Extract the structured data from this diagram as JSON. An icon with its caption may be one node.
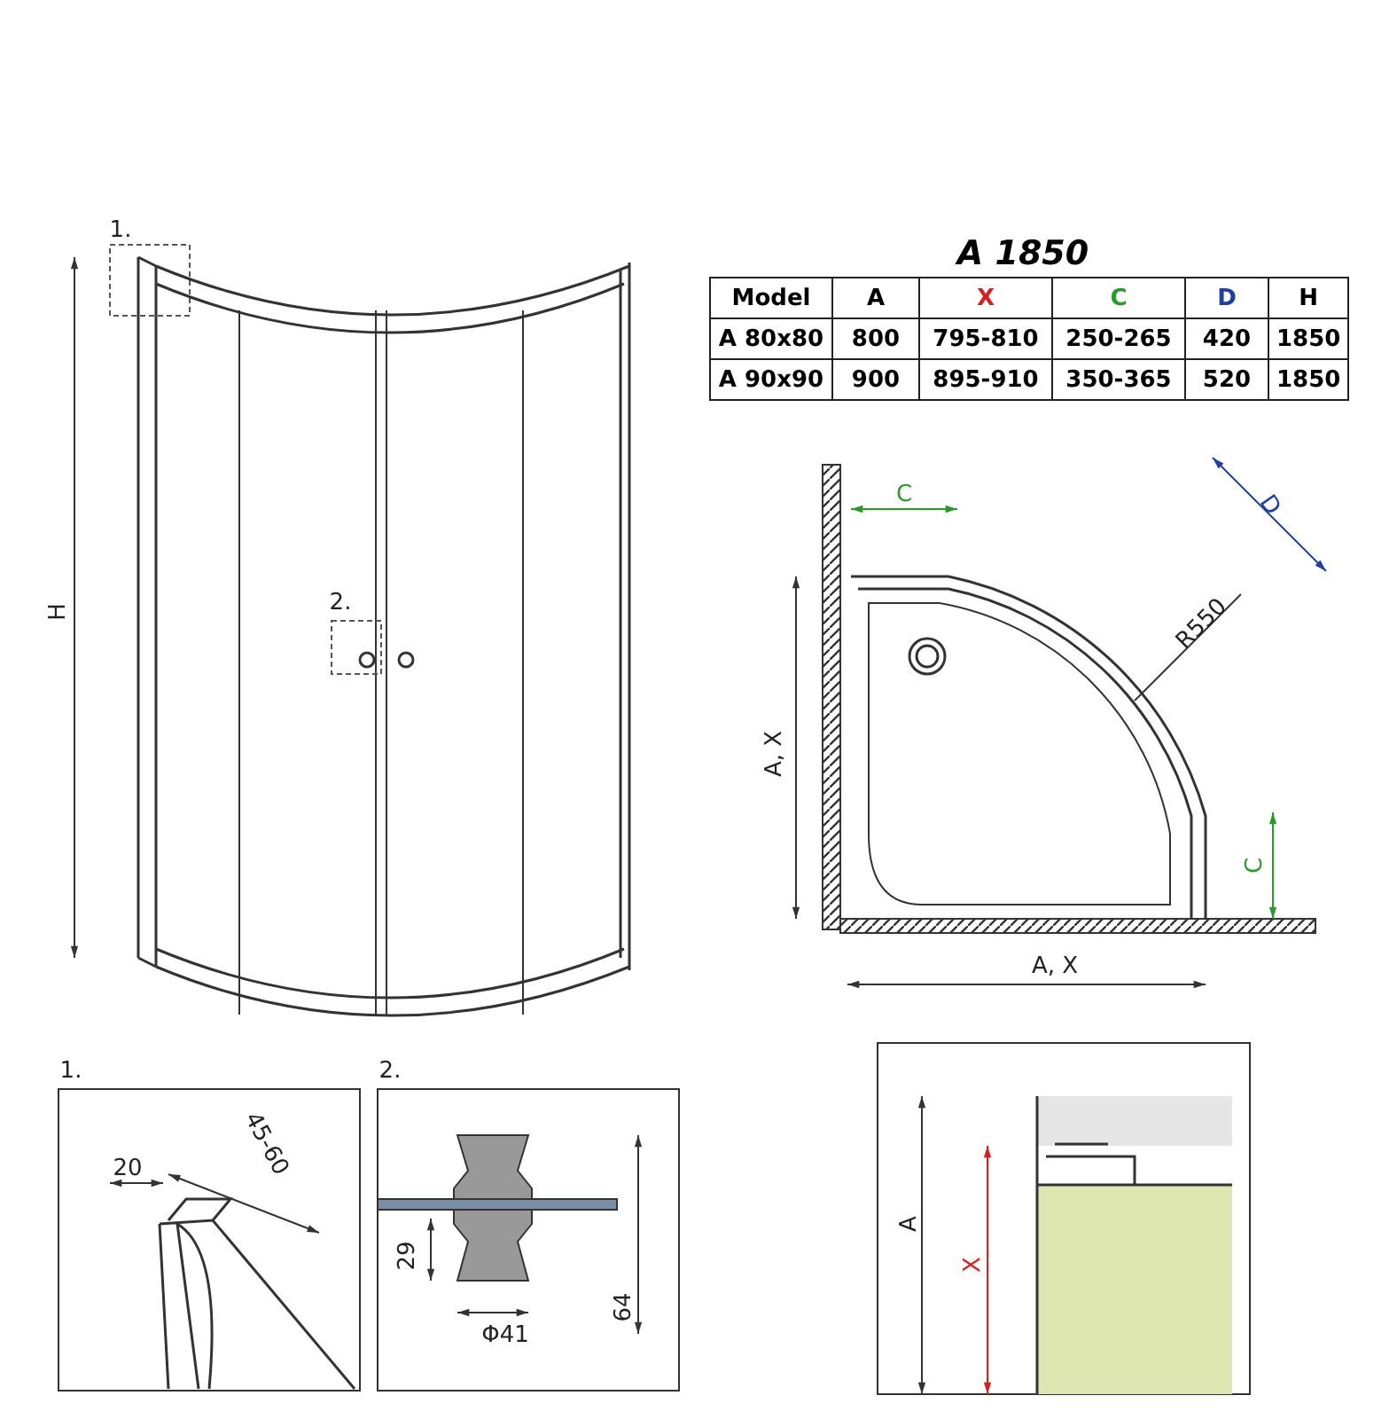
{
  "diagram": {
    "title": "A 1850",
    "labels": [
      "1.",
      "H",
      "2.",
      "Model",
      "A",
      "X",
      "C",
      "D",
      "H",
      "A 80x80",
      "800",
      "795-810",
      "250-265",
      "420",
      "1850",
      "A 90x90",
      "900",
      "895-910",
      "350-365",
      "520",
      "1850",
      "C",
      "D",
      "R550",
      "A, X",
      "C",
      "A, X",
      "1.",
      "2.",
      "20",
      "45-60",
      "29",
      "Φ41",
      "64",
      "A",
      "X"
    ]
  }
}
